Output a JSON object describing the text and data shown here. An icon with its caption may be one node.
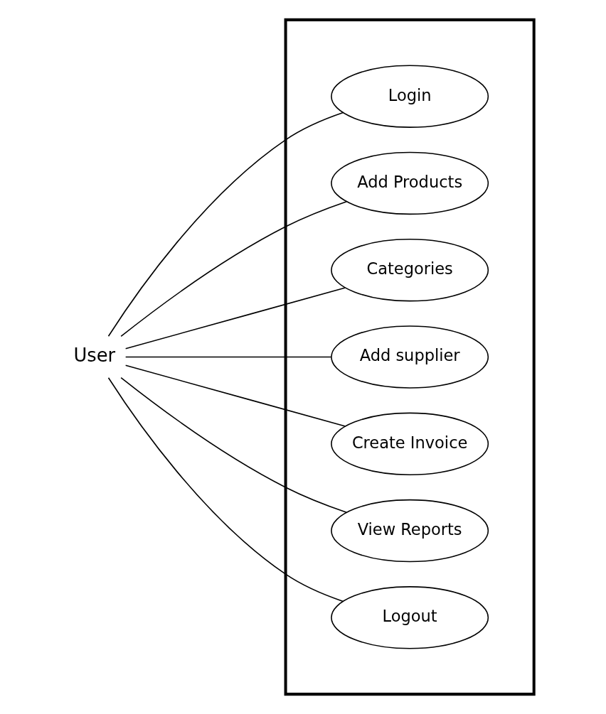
{
  "diagram": {
    "nodes": [
      {
        "text": [
          "User"
        ]
      },
      {
        "text": [],
        "shape": "box"
      },
      {
        "text": [
          "Login"
        ],
        "in": 1
      },
      {
        "text": [
          "Add Products"
        ],
        "in": 1
      },
      {
        "text": [
          "Categories"
        ],
        "in": 1
      },
      {
        "text": [
          "Add supplier"
        ],
        "in": 1
      },
      {
        "text": [
          "Create Invoice"
        ],
        "in": 1
      },
      {
        "text": [
          "View Reports"
        ],
        "in": 1
      },
      {
        "text": [
          "Logout"
        ],
        "in": 1
      }
    ],
    "edges": [
      {
        "from": 0,
        "to": 2,
        "arrow": "none"
      },
      {
        "from": 0,
        "to": 3,
        "arrow": "none"
      },
      {
        "from": 0,
        "to": 4,
        "arrow": "none"
      },
      {
        "from": 0,
        "to": 5,
        "arrow": "none"
      },
      {
        "from": 0,
        "to": 6,
        "arrow": "none"
      },
      {
        "from": 0,
        "to": 7,
        "arrow": "none"
      },
      {
        "from": 0,
        "to": 8,
        "arrow": "none"
      }
    ]
  }
}
